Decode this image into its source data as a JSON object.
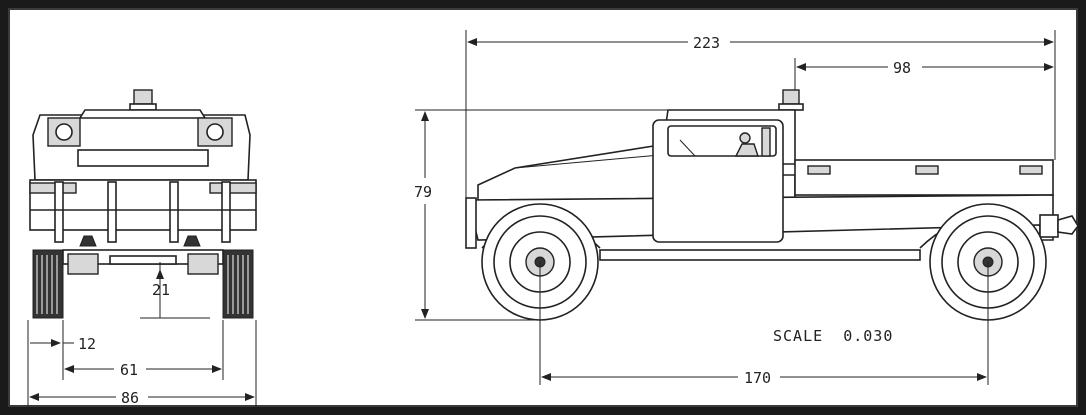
{
  "drawing": {
    "front_view": {
      "dimensions": {
        "ground_clearance": "21",
        "wall_thickness": "12",
        "track_width": "61",
        "overall_width": "86"
      }
    },
    "side_view": {
      "dimensions": {
        "overall_length": "223",
        "bed_length": "98",
        "overall_height": "79",
        "wheelbase": "170"
      },
      "scale_label": "SCALE  0.030"
    }
  },
  "colors": {
    "frame": "#1a1a1a",
    "sheet": "#ffffff",
    "line": "#222222"
  }
}
